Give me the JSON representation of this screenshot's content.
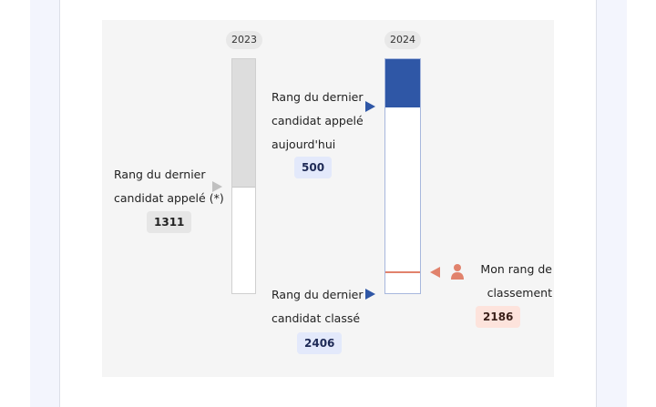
{
  "years": {
    "left": "2023",
    "right": "2024"
  },
  "bar_2023": {
    "label": "Rang du dernier candidat appelé (*)",
    "value": "1311"
  },
  "bar_2024": {
    "today_label": "Rang du dernier candidat appelé aujourd'hui",
    "today_value": "500",
    "last_label": "Rang du dernier candidat classé",
    "last_value": "2406"
  },
  "my_rank": {
    "label": "Mon rang de classement",
    "value": "2186"
  },
  "colors": {
    "blue": "#2f57a6",
    "grey": "#dddddd",
    "salmon": "#e1826c",
    "panel": "#f5f5f5"
  },
  "icons": {
    "user": "person-icon"
  }
}
